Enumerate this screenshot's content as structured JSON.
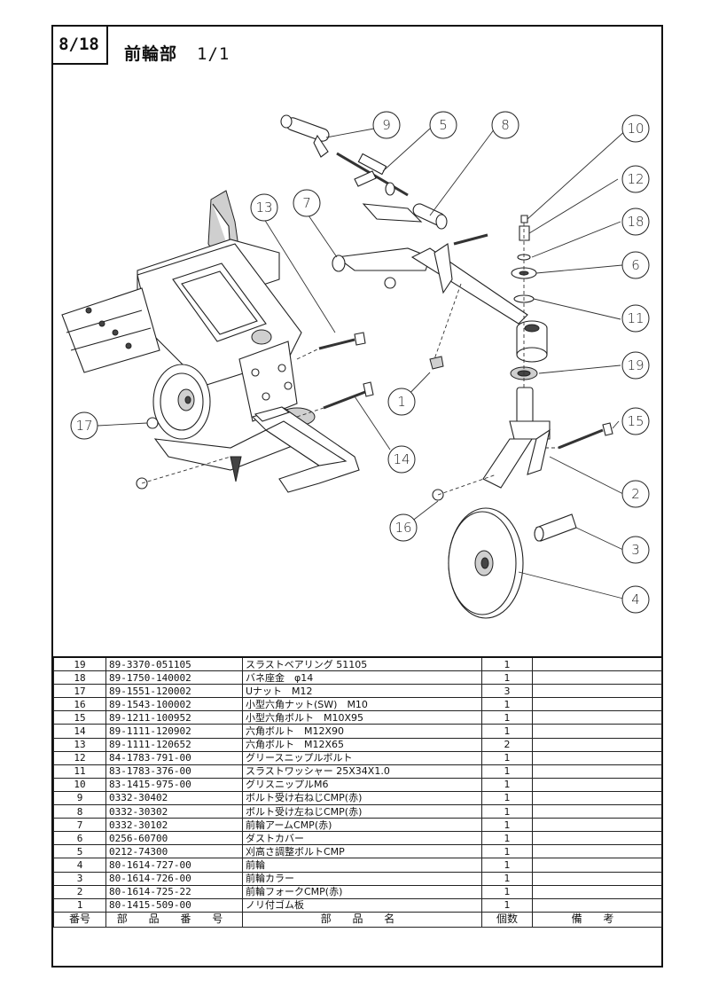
{
  "page_number": "8/18",
  "title": "前輪部",
  "title_sub": "1/1",
  "callouts": [
    "1",
    "2",
    "3",
    "4",
    "5",
    "6",
    "7",
    "8",
    "9",
    "10",
    "11",
    "12",
    "13",
    "14",
    "15",
    "16",
    "17",
    "18",
    "19"
  ],
  "table": {
    "headers": [
      "番号",
      "部 品 番 号",
      "部 品 名",
      "個数",
      "備 考"
    ],
    "rows": [
      {
        "no": "19",
        "code": "89-3370-051105",
        "name": "スラストベアリング 51105",
        "qty": "1",
        "note": ""
      },
      {
        "no": "18",
        "code": "89-1750-140002",
        "name": "バネ座金　φ14",
        "qty": "1",
        "note": ""
      },
      {
        "no": "17",
        "code": "89-1551-120002",
        "name": "Uナット　M12",
        "qty": "3",
        "note": ""
      },
      {
        "no": "16",
        "code": "89-1543-100002",
        "name": "小型六角ナット(SW)　M10",
        "qty": "1",
        "note": ""
      },
      {
        "no": "15",
        "code": "89-1211-100952",
        "name": "小型六角ボルト　M10X95",
        "qty": "1",
        "note": ""
      },
      {
        "no": "14",
        "code": "89-1111-120902",
        "name": "六角ボルト　M12X90",
        "qty": "1",
        "note": ""
      },
      {
        "no": "13",
        "code": "89-1111-120652",
        "name": "六角ボルト　M12X65",
        "qty": "2",
        "note": ""
      },
      {
        "no": "12",
        "code": "84-1783-791-00",
        "name": "グリースニップルボルト",
        "qty": "1",
        "note": ""
      },
      {
        "no": "11",
        "code": "83-1783-376-00",
        "name": "スラストワッシャー 25X34X1.0",
        "qty": "1",
        "note": ""
      },
      {
        "no": "10",
        "code": "83-1415-975-00",
        "name": "グリスニップルM6",
        "qty": "1",
        "note": ""
      },
      {
        "no": "9",
        "code": "0332-30402",
        "name": "ボルト受け右ねじCMP(赤)",
        "qty": "1",
        "note": ""
      },
      {
        "no": "8",
        "code": "0332-30302",
        "name": "ボルト受け左ねじCMP(赤)",
        "qty": "1",
        "note": ""
      },
      {
        "no": "7",
        "code": "0332-30102",
        "name": "前輪アームCMP(赤)",
        "qty": "1",
        "note": ""
      },
      {
        "no": "6",
        "code": "0256-60700",
        "name": "ダストカバー",
        "qty": "1",
        "note": ""
      },
      {
        "no": "5",
        "code": "0212-74300",
        "name": "刈高さ調整ボルトCMP",
        "qty": "1",
        "note": ""
      },
      {
        "no": "4",
        "code": "80-1614-727-00",
        "name": "前輪",
        "qty": "1",
        "note": ""
      },
      {
        "no": "3",
        "code": "80-1614-726-00",
        "name": "前輪カラー",
        "qty": "1",
        "note": ""
      },
      {
        "no": "2",
        "code": "80-1614-725-22",
        "name": "前輪フォークCMP(赤)",
        "qty": "1",
        "note": ""
      },
      {
        "no": "1",
        "code": "80-1415-509-00",
        "name": "ノリ付ゴム板",
        "qty": "1",
        "note": ""
      }
    ]
  }
}
